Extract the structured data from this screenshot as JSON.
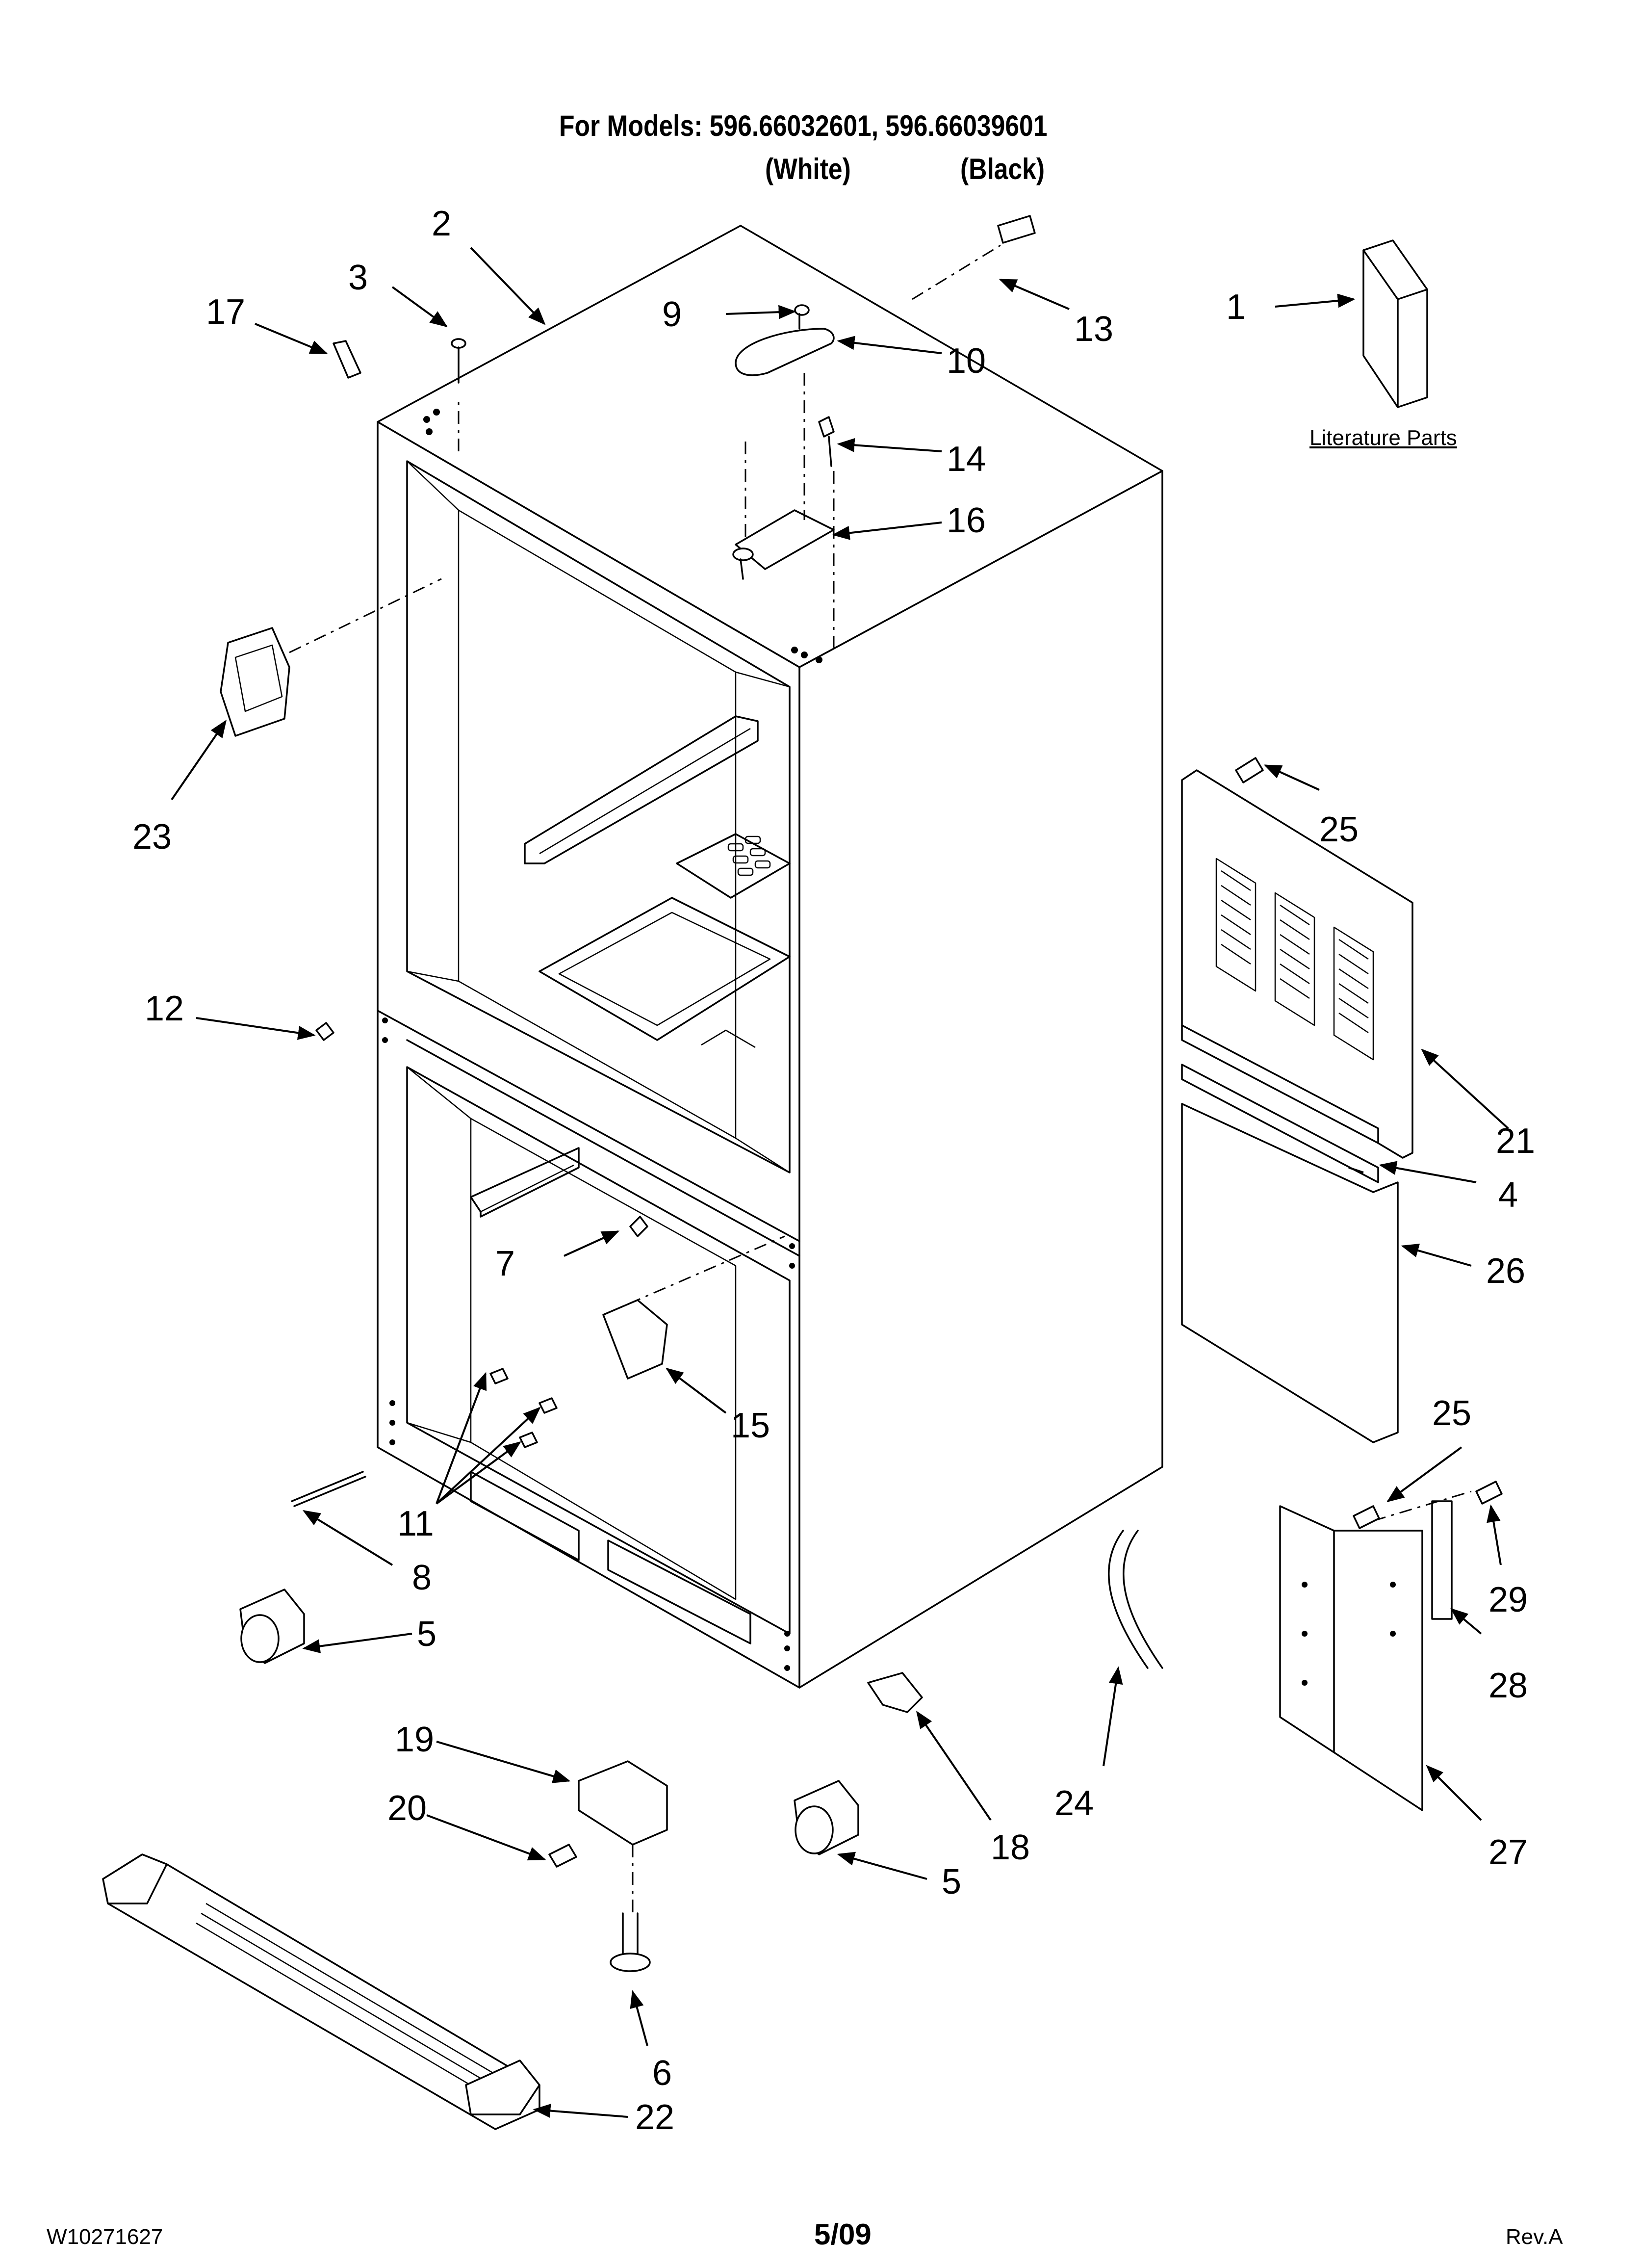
{
  "header": {
    "models_line": "For Models: 596.66032601, 596.66039601",
    "white_label": "(White)",
    "black_label": "(Black)"
  },
  "literature_label": "Literature Parts",
  "callouts": [
    "1",
    "2",
    "3",
    "4",
    "5",
    "5",
    "6",
    "7",
    "8",
    "9",
    "10",
    "11",
    "12",
    "13",
    "14",
    "15",
    "16",
    "17",
    "18",
    "19",
    "20",
    "21",
    "22",
    "23",
    "24",
    "25",
    "25",
    "26",
    "27",
    "28",
    "29"
  ],
  "footer": {
    "doc_number": "W10271627",
    "date": "5/09",
    "revision": "Rev.A"
  }
}
